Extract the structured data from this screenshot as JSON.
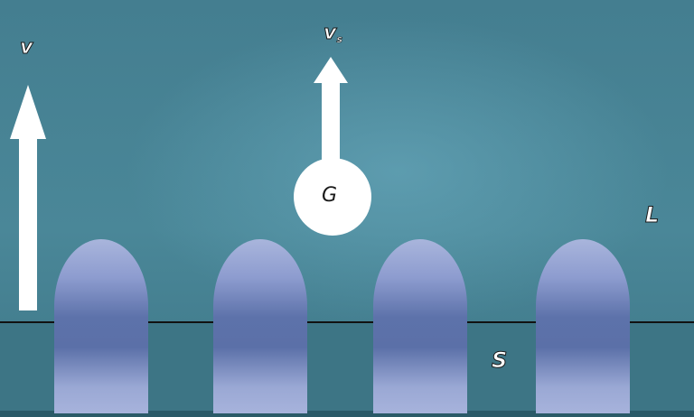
{
  "labels": {
    "v": "v",
    "vs_base": "v",
    "vs_sub": "s",
    "gas_bubble": "G",
    "liquid": "L",
    "solid": "S"
  },
  "colors": {
    "liquid_region": "#4a8798",
    "solid_region": "#3d7585",
    "interface_line": "#111111",
    "dendrite_light": "#a9b5dc",
    "dendrite_mid": "#5d72aa",
    "arrow": "#ffffff",
    "bubble": "#ffffff"
  },
  "elements": {
    "dendrite_count": 4,
    "arrows": [
      "growth-velocity-arrow",
      "bubble-velocity-arrow"
    ]
  }
}
